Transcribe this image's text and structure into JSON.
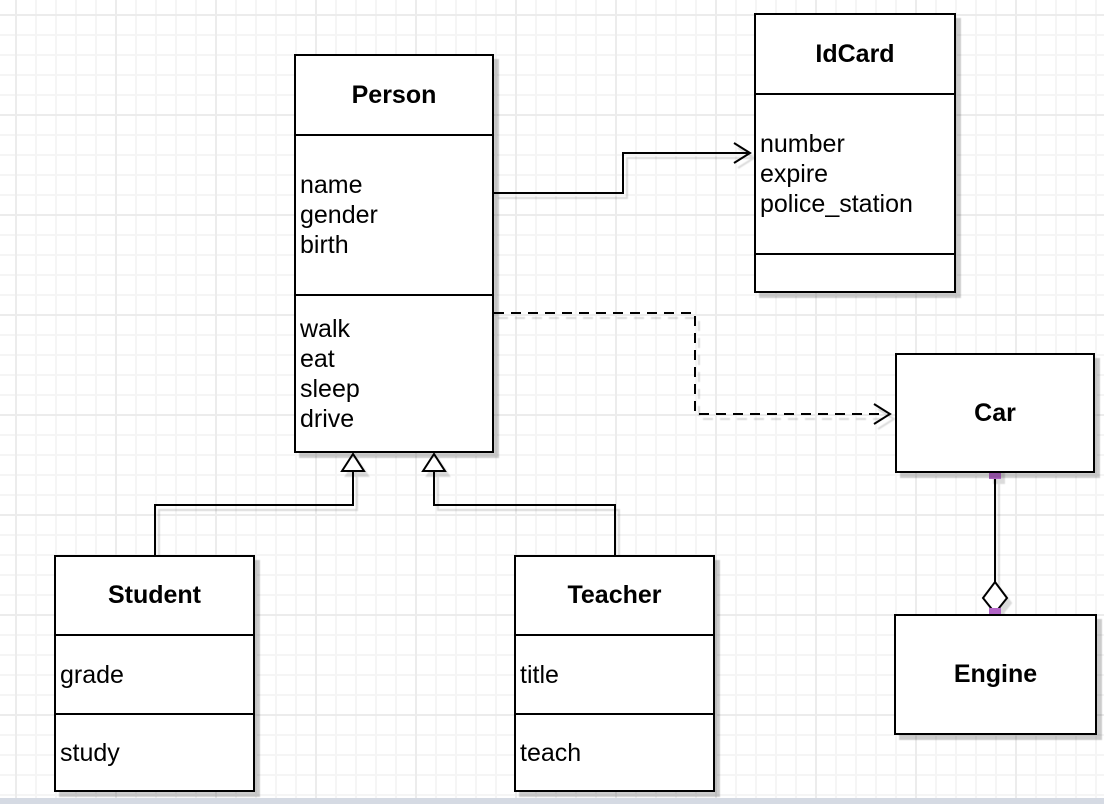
{
  "canvas": {
    "grid_size": 20,
    "grid_minor_color": "#f5f5f5",
    "grid_major_color": "#ececec",
    "background_color": "#ffffff",
    "bottom_edge_color": "#d5dae3"
  },
  "colors": {
    "shape_stroke": "#000000",
    "shape_fill": "#ffffff",
    "text": "#000000",
    "connection_point": "#b264c6",
    "shadow": "rgba(0,0,0,0.2)"
  },
  "classes": {
    "person": {
      "title": "Person",
      "attributes": [
        "name",
        "gender",
        "birth"
      ],
      "methods": [
        "walk",
        "eat",
        "sleep",
        "drive"
      ]
    },
    "idcard": {
      "title": "IdCard",
      "attributes": [
        "number",
        "expire",
        "police_station"
      ],
      "methods": []
    },
    "car": {
      "title": "Car",
      "attributes": [],
      "methods": []
    },
    "engine": {
      "title": "Engine",
      "attributes": [],
      "methods": []
    },
    "student": {
      "title": "Student",
      "attributes": [
        "grade"
      ],
      "methods": [
        "study"
      ]
    },
    "teacher": {
      "title": "Teacher",
      "attributes": [
        "title"
      ],
      "methods": [
        "teach"
      ]
    }
  },
  "relationships": [
    {
      "from": "Person",
      "to": "IdCard",
      "type": "association",
      "line_style": "solid",
      "arrowhead": "open"
    },
    {
      "from": "Person",
      "to": "Car",
      "type": "dependency",
      "line_style": "dashed",
      "arrowhead": "open"
    },
    {
      "from": "Student",
      "to": "Person",
      "type": "generalization",
      "line_style": "solid",
      "arrowhead": "hollow-triangle"
    },
    {
      "from": "Teacher",
      "to": "Person",
      "type": "generalization",
      "line_style": "solid",
      "arrowhead": "hollow-triangle"
    },
    {
      "from": "Car",
      "to": "Engine",
      "type": "aggregation",
      "line_style": "solid",
      "arrowhead": "hollow-diamond",
      "endpoint_marker_color": "#b264c6"
    }
  ]
}
